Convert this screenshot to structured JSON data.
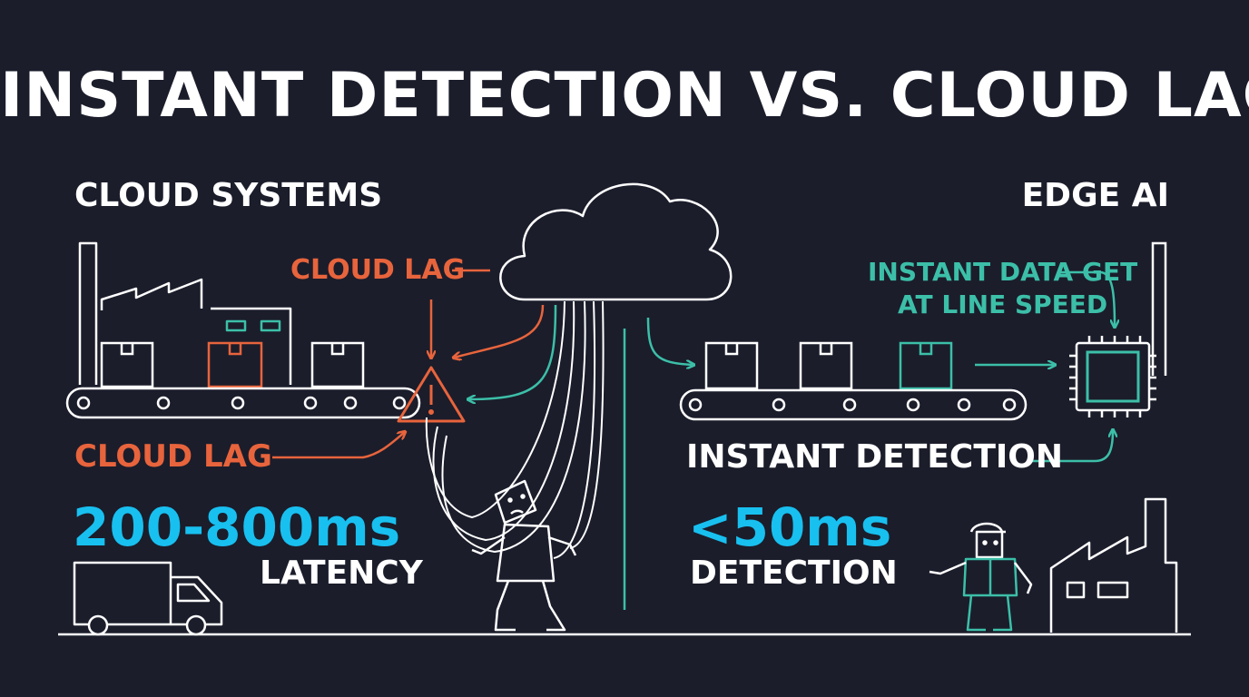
{
  "title": "INSTANT DETECTION VS. CLOUD LAG",
  "colors": {
    "background": "#1b1d2b",
    "line": "#ffffff",
    "cloud_accent": "#e8643c",
    "edge_accent": "#3cbfa8",
    "value_accent": "#18c0f0"
  },
  "cloud_side": {
    "heading": "CLOUD SYSTEMS",
    "lag_label_top": "CLOUD LAG",
    "lag_label_left": "CLOUD LAG",
    "latency_value": "200-800ms",
    "latency_label": "LATENCY",
    "icons": [
      "factory-icon",
      "boxes-icon",
      "conveyor-icon",
      "warning-triangle-icon",
      "cloud-icon",
      "truck-icon",
      "tangled-worker-icon"
    ]
  },
  "edge_side": {
    "heading": "EDGE AI",
    "data_label_line1": "INSTANT DATA GET",
    "data_label_line2": "AT LINE SPEED",
    "detection_label": "INSTANT DETECTION",
    "detection_value": "<50ms",
    "detection_unit_label": "DETECTION",
    "icons": [
      "chip-icon",
      "conveyor-icon",
      "boxes-icon",
      "worker-icon",
      "factory-icon"
    ]
  }
}
